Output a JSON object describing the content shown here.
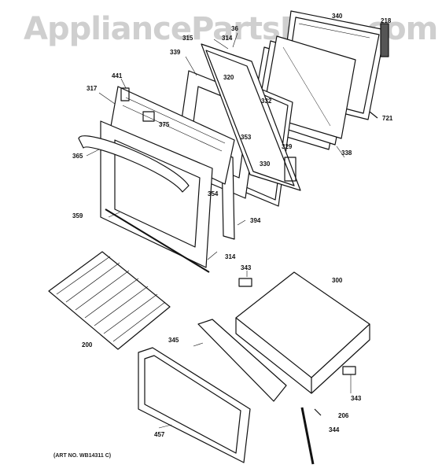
{
  "watermark": "AppliancePartsPros.com",
  "art_number": "(ART NO. WB14311 C)",
  "callouts": {
    "c340": "340",
    "c218": "218",
    "c315": "315",
    "c36": "36",
    "c314a": "314",
    "c339": "339",
    "c320": "320",
    "c441": "441",
    "c317": "317",
    "c332": "332",
    "c721": "721",
    "c375": "375",
    "c353": "353",
    "c329": "329",
    "c338": "338",
    "c365": "365",
    "c330": "330",
    "c354": "354",
    "c359": "359",
    "c394": "394",
    "c314b": "314",
    "c343a": "343",
    "c300": "300",
    "c200": "200",
    "c345": "345",
    "c343b": "343",
    "c206": "206",
    "c457": "457",
    "c344": "344"
  }
}
